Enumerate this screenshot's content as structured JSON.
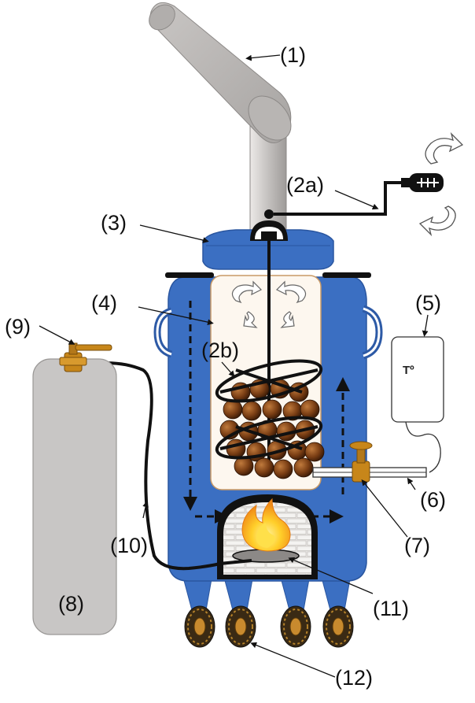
{
  "labels": {
    "chimney": "(1)",
    "motor_shaft": "(2a)",
    "stirrer": "(2b)",
    "lid": "(3)",
    "inner_chamber": "(4)",
    "thermometer": "(5)",
    "sensor_tube": "(6)",
    "valve": "(7)",
    "gas_cylinder": "(8)",
    "cylinder_valve": "(9)",
    "gas_hose": "(10)",
    "burner": "(11)",
    "wheels": "(12)"
  },
  "thermometer_display": "Tº",
  "colors": {
    "body_blue": "#3b6fc2",
    "gray_fill": "#c8c6c5",
    "inner_cream": "#fdf7ef",
    "inner_border": "#c99a66",
    "flame_orange": "#f08a18",
    "flame_yellow": "#ffd21f",
    "brass": "#c7861a",
    "tire": "#3a2a14"
  },
  "icons": [
    "chimney-icon",
    "motor-icon",
    "rotate-arrows-icon",
    "flame-icon",
    "valve-icon",
    "wheel-icon",
    "nut-icon"
  ]
}
